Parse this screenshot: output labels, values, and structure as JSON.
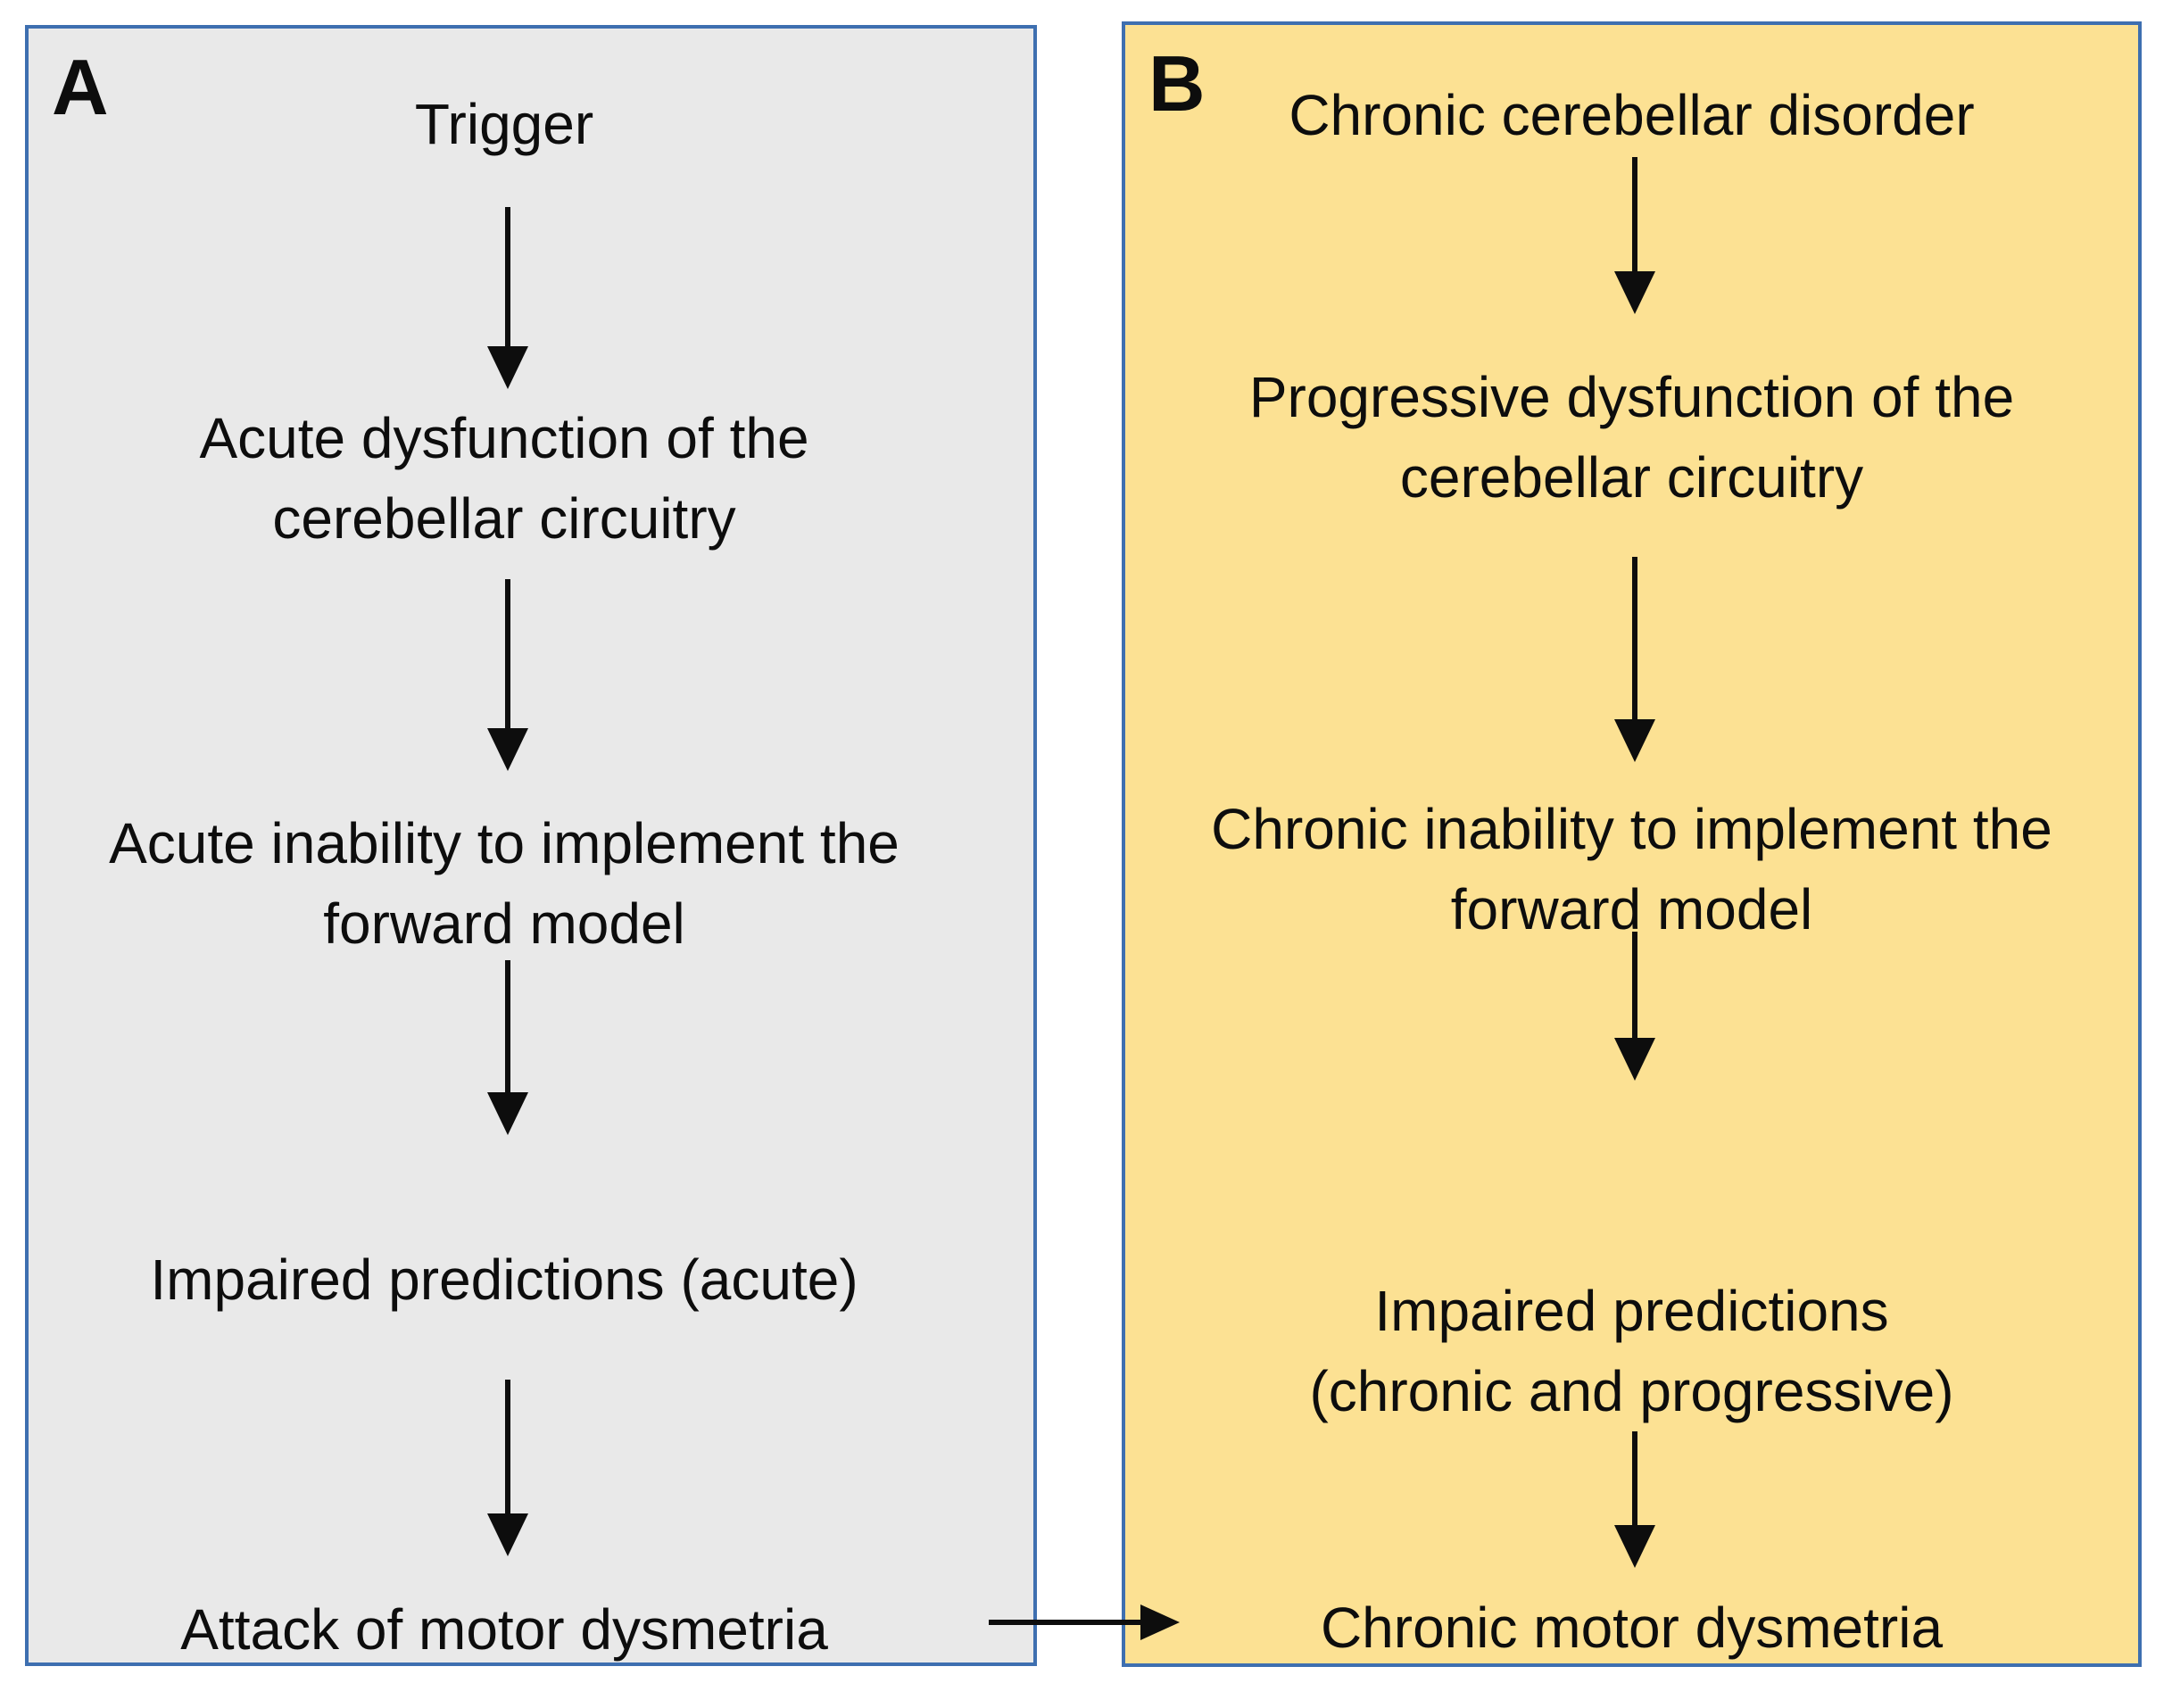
{
  "figure": {
    "type": "flowchart-comparison",
    "panels": [
      {
        "label": "A",
        "theme": "gray",
        "steps": [
          {
            "lines": [
              "Trigger"
            ]
          },
          {
            "lines": [
              "Acute dysfunction of the",
              "cerebellar circuitry"
            ]
          },
          {
            "lines": [
              "Acute inability to implement the",
              "forward model"
            ]
          },
          {
            "lines": [
              "Impaired predictions (acute)"
            ]
          },
          {
            "lines": [
              "Attack of motor dysmetria"
            ]
          }
        ]
      },
      {
        "label": "B",
        "theme": "yellow",
        "steps": [
          {
            "lines": [
              "Chronic cerebellar disorder"
            ]
          },
          {
            "lines": [
              "Progressive dysfunction of the",
              "cerebellar circuitry"
            ]
          },
          {
            "lines": [
              "Chronic inability to implement the",
              "forward model"
            ]
          },
          {
            "lines": [
              "Impaired predictions",
              "(chronic and progressive)"
            ]
          },
          {
            "lines": [
              "Chronic motor dysmetria"
            ]
          }
        ]
      }
    ],
    "connector": {
      "from": "Attack of motor dysmetria",
      "to": "Chronic motor dysmetria",
      "direction": "right"
    }
  },
  "colors": {
    "page_bg": "#ffffff",
    "panel_a_bg": "#e9e9e9",
    "panel_b_bg": "#fce193",
    "panel_border": "#3e6fb0",
    "arrow": "#0d0d0d",
    "text": "#0d0d0d"
  }
}
